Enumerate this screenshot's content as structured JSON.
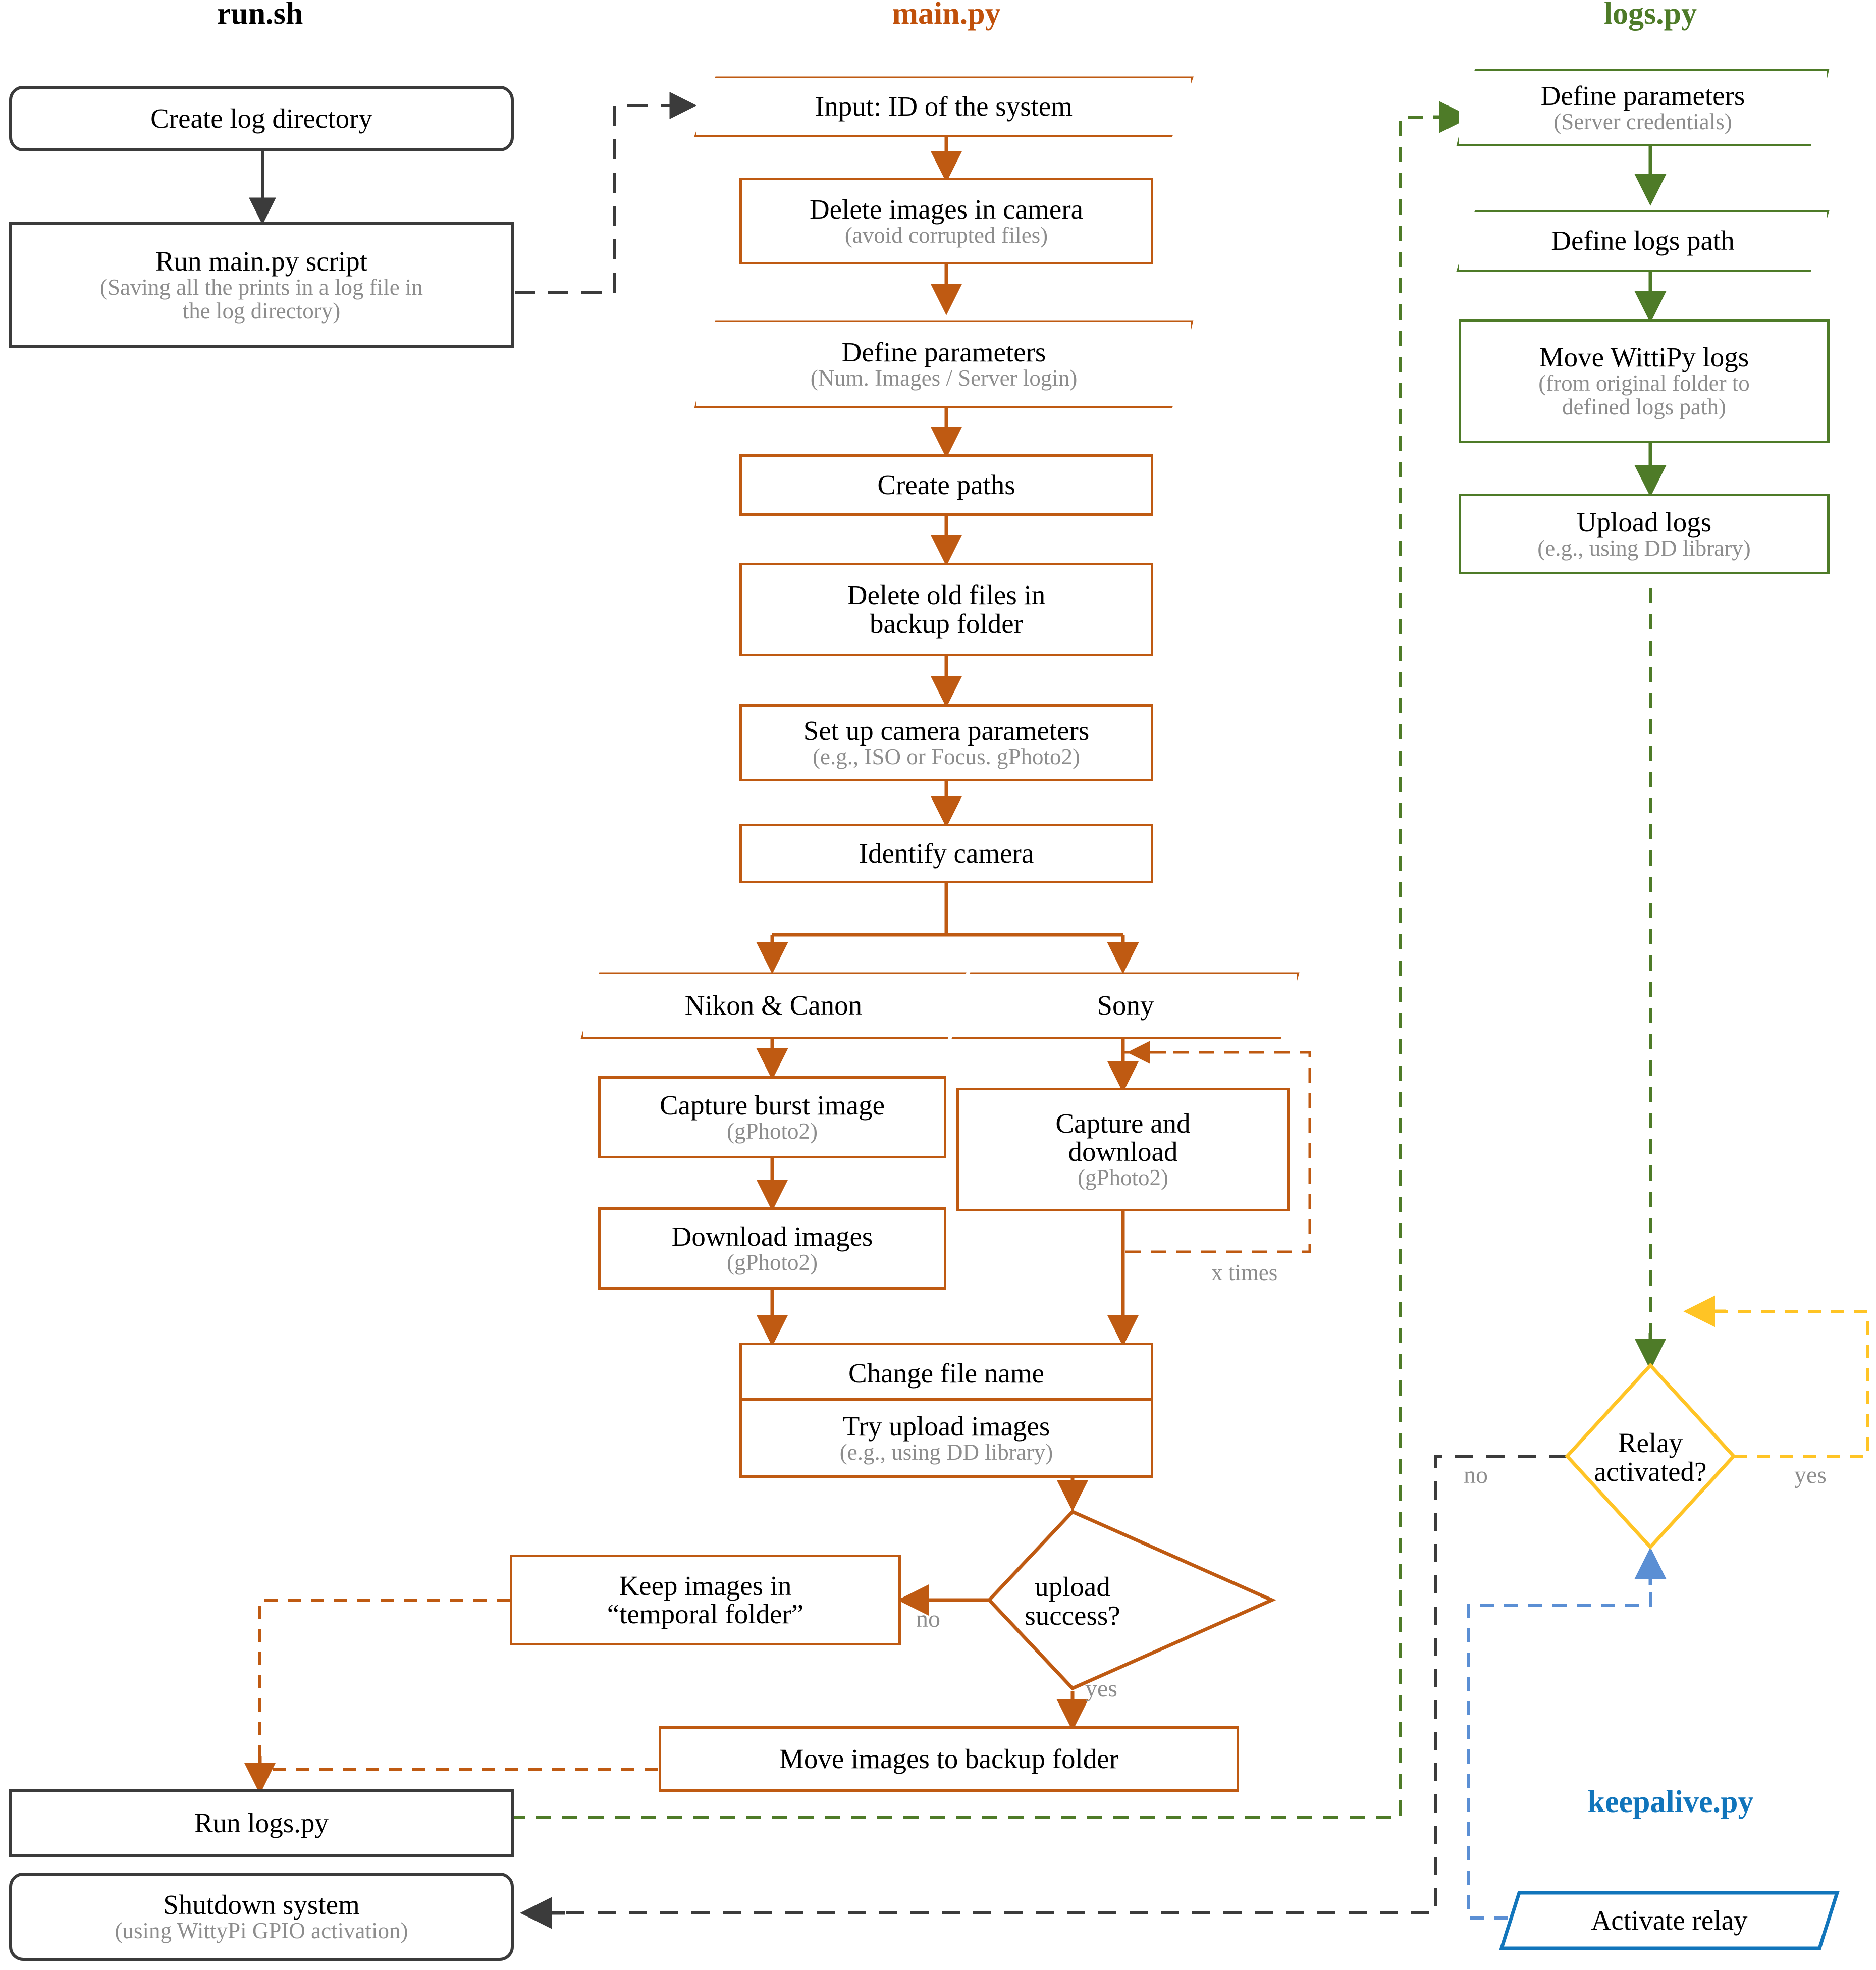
{
  "diagram": {
    "type": "flowchart",
    "title": "Camera trap capture & upload pipeline flowchart",
    "columns": [
      {
        "id": "run-sh",
        "label": "run.sh",
        "color": "#000000"
      },
      {
        "id": "main-py",
        "label": "main.py",
        "color": "#c0500a"
      },
      {
        "id": "logs-py",
        "label": "logs.py",
        "color": "#4e7b28"
      },
      {
        "id": "keepalive",
        "label": "keepalive.py",
        "color": "#1175bb"
      }
    ],
    "colors": {
      "black": "#3b3b3b",
      "orange": "#bf5a12",
      "green": "#4e7b28",
      "yellow": "#ffc425",
      "blue": "#1175bb",
      "subtitle_gray": "#8d8d8d",
      "background": "#ffffff"
    },
    "nodes": {
      "create_log_directory": {
        "title": "Create log directory",
        "subtitle": "",
        "shape": "rounded-rect",
        "column": "run.sh"
      },
      "run_main_py": {
        "title": "Run main.py script",
        "subtitle": "(Saving all the prints in a log file in the log directory)",
        "shape": "rect",
        "column": "run.sh"
      },
      "run_logs_py": {
        "title": "Run logs.py",
        "subtitle": "",
        "shape": "rect",
        "column": "run.sh"
      },
      "shutdown_system": {
        "title": "Shutdown system",
        "subtitle": "(using WittyPi GPIO activation)",
        "shape": "rounded-rect",
        "column": "run.sh"
      },
      "input_id": {
        "title": "Input: ID of the system",
        "subtitle": "",
        "shape": "parallelogram",
        "column": "main.py"
      },
      "delete_images_camera": {
        "title": "Delete images in camera",
        "subtitle": "(avoid corrupted files)",
        "shape": "rect",
        "column": "main.py"
      },
      "define_parameters_main": {
        "title": "Define parameters",
        "subtitle": "(Num. Images / Server login)",
        "shape": "parallelogram",
        "column": "main.py"
      },
      "create_paths": {
        "title": "Create paths",
        "subtitle": "",
        "shape": "rect",
        "column": "main.py"
      },
      "delete_old_files": {
        "title": "Delete old files in backup folder",
        "subtitle": "",
        "shape": "rect",
        "column": "main.py"
      },
      "setup_camera_params": {
        "title": "Set up camera parameters",
        "subtitle": "(e.g., ISO or Focus. gPhoto2)",
        "shape": "rect",
        "column": "main.py"
      },
      "identify_camera": {
        "title": "Identify camera",
        "subtitle": "",
        "shape": "rect",
        "column": "main.py"
      },
      "nikon_canon": {
        "title": "Nikon & Canon",
        "subtitle": "",
        "shape": "parallelogram",
        "column": "main.py"
      },
      "sony": {
        "title": "Sony",
        "subtitle": "",
        "shape": "parallelogram",
        "column": "main.py"
      },
      "capture_burst": {
        "title": "Capture burst image",
        "subtitle": "(gPhoto2)",
        "shape": "rect",
        "column": "main.py"
      },
      "download_images": {
        "title": "Download images",
        "subtitle": "(gPhoto2)",
        "shape": "rect",
        "column": "main.py"
      },
      "capture_and_download": {
        "title": "Capture and download",
        "subtitle": "(gPhoto2)",
        "shape": "rect",
        "column": "main.py"
      },
      "change_file_name": {
        "title": "Change file name",
        "subtitle": "",
        "shape": "rect",
        "column": "main.py"
      },
      "try_upload_images": {
        "title": "Try upload images",
        "subtitle": "(e.g., using DD library)",
        "shape": "rect",
        "column": "main.py"
      },
      "upload_success": {
        "title": "upload success?",
        "subtitle": "",
        "shape": "diamond",
        "column": "main.py"
      },
      "keep_images_temporal": {
        "title": "Keep images in “temporal folder”",
        "subtitle": "",
        "shape": "rect",
        "column": "main.py"
      },
      "move_images_backup": {
        "title": "Move images to backup folder",
        "subtitle": "",
        "shape": "rect",
        "column": "main.py"
      },
      "define_parameters_logs": {
        "title": "Define parameters",
        "subtitle": "(Server credentials)",
        "shape": "parallelogram",
        "column": "logs.py"
      },
      "define_logs_path": {
        "title": "Define logs path",
        "subtitle": "",
        "shape": "parallelogram",
        "column": "logs.py"
      },
      "move_wittipy_logs": {
        "title": "Move WittiPy logs",
        "subtitle": "(from original folder to defined logs path)",
        "shape": "rect",
        "column": "logs.py"
      },
      "upload_logs": {
        "title": "Upload logs",
        "subtitle": "(e.g., using DD library)",
        "shape": "rect",
        "column": "logs.py"
      },
      "relay_activated": {
        "title": "Relay activated?",
        "subtitle": "",
        "shape": "diamond",
        "column": "keepalive.py"
      },
      "activate_relay": {
        "title": "Activate relay",
        "subtitle": "",
        "shape": "parallelogram",
        "column": "keepalive.py"
      }
    },
    "node_lines": {
      "delete_old_files_l1": "Delete old files in",
      "delete_old_files_l2": "backup folder",
      "capture_and_download_l1": "Capture and",
      "capture_and_download_l2": "download",
      "keep_images_l1": "Keep images in",
      "keep_images_l2": "“temporal folder”",
      "upload_success_l1": "upload",
      "upload_success_l2": "success?",
      "relay_l1": "Relay",
      "relay_l2": "activated?",
      "run_main_sub_l1": "(Saving all the prints in a log file in",
      "run_main_sub_l2": "the log directory)",
      "move_logs_sub_l1": "(from original folder to",
      "move_logs_sub_l2": "defined logs path)"
    },
    "edge_labels": {
      "upload_no": "no",
      "upload_yes": "yes",
      "relay_no": "no",
      "relay_yes": "yes",
      "sony_loop": "x times"
    }
  }
}
